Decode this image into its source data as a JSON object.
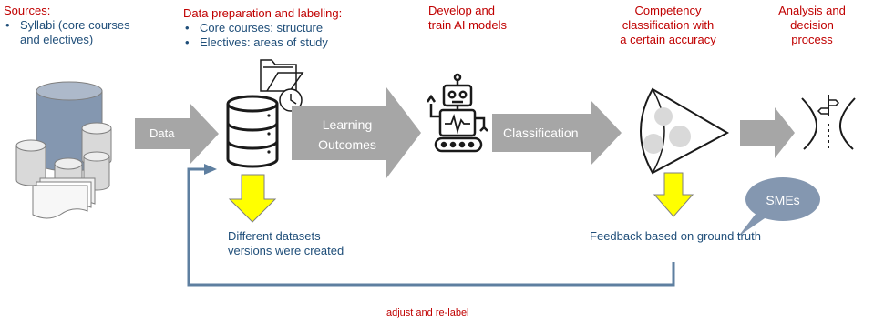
{
  "sources": {
    "title": "Sources:",
    "items": [
      "Syllabi (core courses and electives)"
    ]
  },
  "preparation": {
    "title": "Data preparation and labeling:",
    "items": [
      "Core courses: structure",
      "Electives: areas of study"
    ]
  },
  "develop": {
    "title": "Develop and train AI models"
  },
  "competency": {
    "title": "Competency classification with a certain accuracy"
  },
  "analysis": {
    "title": "Analysis and decision process"
  },
  "arrows": {
    "data": "Data",
    "learning_outcomes": "Learning Outcomes",
    "classification": "Classification"
  },
  "datasets_note": "Different datasets versions were created",
  "feedback_note": "Feedback based on ground truth",
  "smes": "SMEs",
  "loop_label": "adjust and re-label",
  "colors": {
    "heading": "#c00000",
    "body_text": "#1f4e79",
    "arrow_gray": "#a6a6a6",
    "highlight_yellow": "#ffff00",
    "loop_line": "#5e7fa0",
    "bubble": "#8497b0"
  }
}
